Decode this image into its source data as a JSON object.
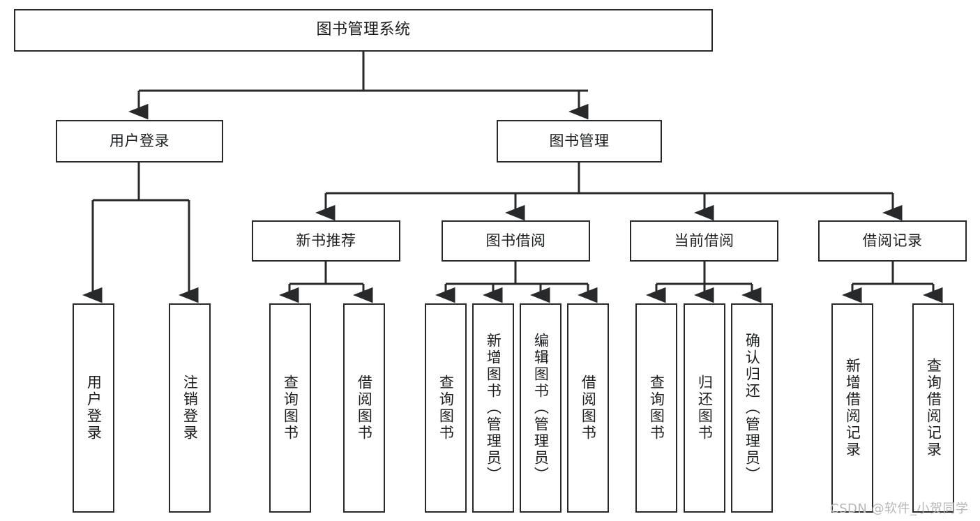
{
  "diagram": {
    "title": "图书管理系统",
    "type": "hierarchy-tree",
    "watermark": "CSDN @软件_小贺同学",
    "colors": {
      "box_border": "#27292b",
      "box_fill": "#ffffff",
      "edge": "#27292b",
      "text": "#1b1d1f",
      "watermark": "#b8b8b8",
      "background": "#ffffff"
    },
    "nodes": {
      "root": {
        "label": "图书管理系统"
      },
      "level2": [
        {
          "id": "user-login",
          "label": "用户登录"
        },
        {
          "id": "book-management",
          "label": "图书管理"
        }
      ],
      "level3": [
        {
          "id": "new-book-recommend",
          "label": "新书推荐"
        },
        {
          "id": "book-borrow",
          "label": "图书借阅"
        },
        {
          "id": "current-borrow",
          "label": "当前借阅"
        },
        {
          "id": "borrow-record",
          "label": "借阅记录"
        }
      ],
      "leaves": {
        "user_login": [
          {
            "id": "leaf-user-login",
            "label": "用户登录"
          },
          {
            "id": "leaf-user-logout",
            "label": "注销登录"
          }
        ],
        "new_book_recommend": [
          {
            "id": "leaf-query-book-1",
            "label": "查询图书"
          },
          {
            "id": "leaf-borrow-book-1",
            "label": "借阅图书"
          }
        ],
        "book_borrow": [
          {
            "id": "leaf-query-book-2",
            "label": "查询图书"
          },
          {
            "id": "leaf-add-book",
            "label": "新增图书（管理员）"
          },
          {
            "id": "leaf-edit-book",
            "label": "编辑图书（管理员）"
          },
          {
            "id": "leaf-borrow-book-2",
            "label": "借阅图书"
          }
        ],
        "current_borrow": [
          {
            "id": "leaf-query-book-3",
            "label": "查询图书"
          },
          {
            "id": "leaf-return-book",
            "label": "归还图书"
          },
          {
            "id": "leaf-confirm-return",
            "label": "确认归还（管理员）"
          }
        ],
        "borrow_record": [
          {
            "id": "leaf-add-record",
            "label": "新增借阅记录"
          },
          {
            "id": "leaf-query-record",
            "label": "查询借阅记录"
          }
        ]
      }
    }
  }
}
